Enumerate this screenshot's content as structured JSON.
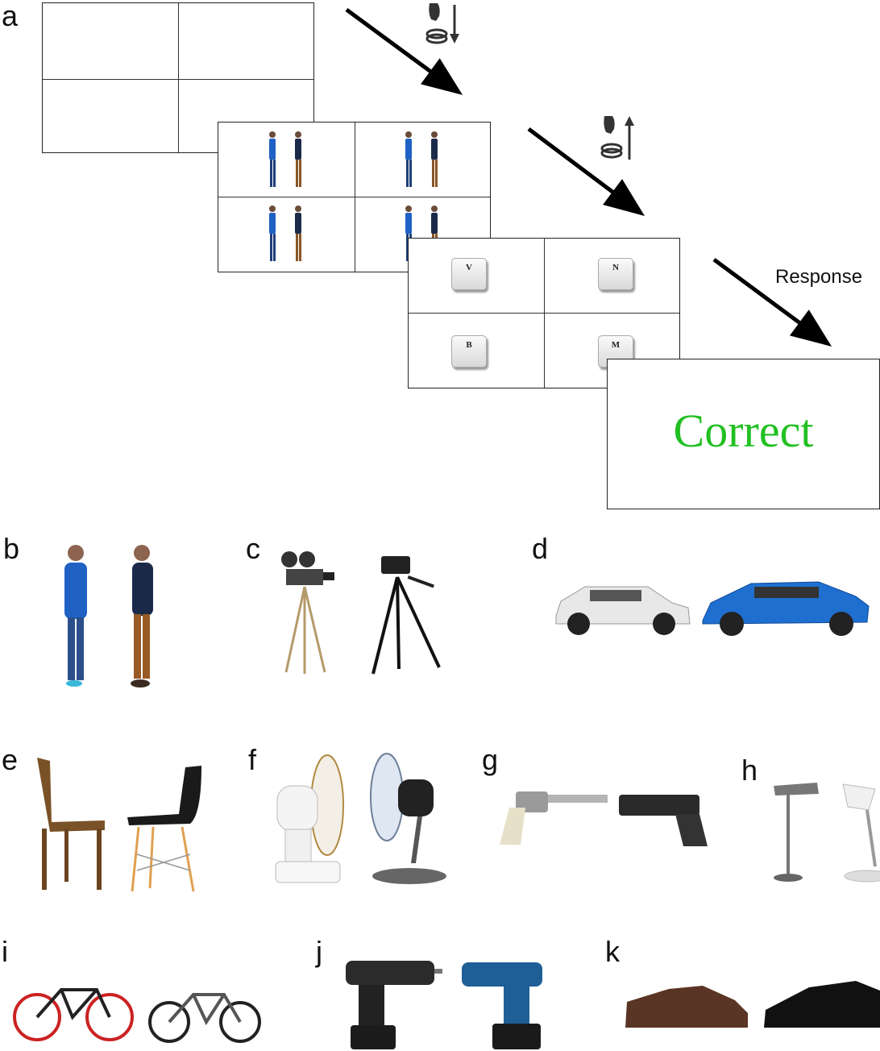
{
  "panels": {
    "a": "a",
    "b": "b",
    "c": "c",
    "d": "d",
    "e": "e",
    "f": "f",
    "g": "g",
    "h": "h",
    "i": "i",
    "j": "j",
    "k": "k"
  },
  "trial": {
    "keys": [
      "V",
      "N",
      "B",
      "M"
    ],
    "feedback": "Correct",
    "feedback_color": "#22c022",
    "response_label": "Response",
    "press_icon": "hand-press-down-icon",
    "release_icon": "hand-release-up-icon"
  },
  "stimuli": {
    "b": [
      "man-blue-jeans",
      "man-navy-sweater"
    ],
    "c": [
      "vintage-film-camera-tripod",
      "modern-camera-tripod"
    ],
    "d": [
      "white-suv",
      "blue-hatchback"
    ],
    "e": [
      "wooden-chair",
      "black-plastic-chair"
    ],
    "f": [
      "white-desk-fan",
      "grey-desk-fan"
    ],
    "g": [
      "revolver",
      "pistol"
    ],
    "h": [
      "grey-floor-lamp",
      "white-desk-lamp"
    ],
    "i": [
      "red-rim-bicycle",
      "kids-bicycle"
    ],
    "j": [
      "black-cordless-drill",
      "blue-cordless-drill"
    ],
    "k": [
      "brown-leather-shoe",
      "black-leather-shoe"
    ]
  }
}
